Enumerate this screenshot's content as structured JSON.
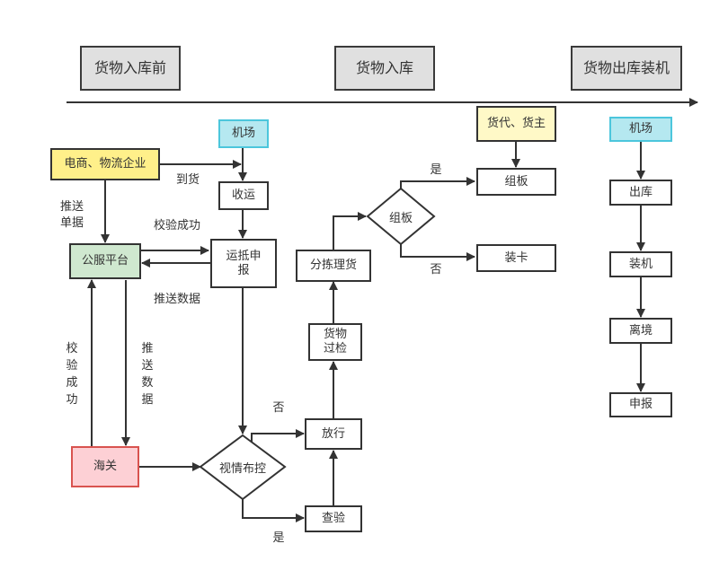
{
  "phases": [
    "货物入库前",
    "货物入库",
    "货物出库装机"
  ],
  "nodes": {
    "airport1": "机场",
    "ecommerce": "电商、物流企业",
    "receive": "收运",
    "platform": "公服平台",
    "declare": "运抵申报",
    "customs": "海关",
    "control": "视情布控",
    "release": "放行",
    "inspect": "查验",
    "cargo_check": "货物过检",
    "sorting": "分拣理货",
    "pallet_decision": "组板",
    "forwarder": "货代、货主",
    "pallet": "组板",
    "truck": "装卡",
    "airport2": "机场",
    "outbound": "出库",
    "loading": "装机",
    "departure": "离境",
    "report": "申报"
  },
  "edge_labels": {
    "arrival": "到货",
    "push_docs": "推送单据",
    "verify_success_h": "校验成功",
    "push_data_h": "推送数据",
    "verify_success_v": "校验成功",
    "push_data_v": "推送数据",
    "control_no": "否",
    "control_yes": "是",
    "pallet_yes": "是",
    "pallet_no": "否"
  }
}
